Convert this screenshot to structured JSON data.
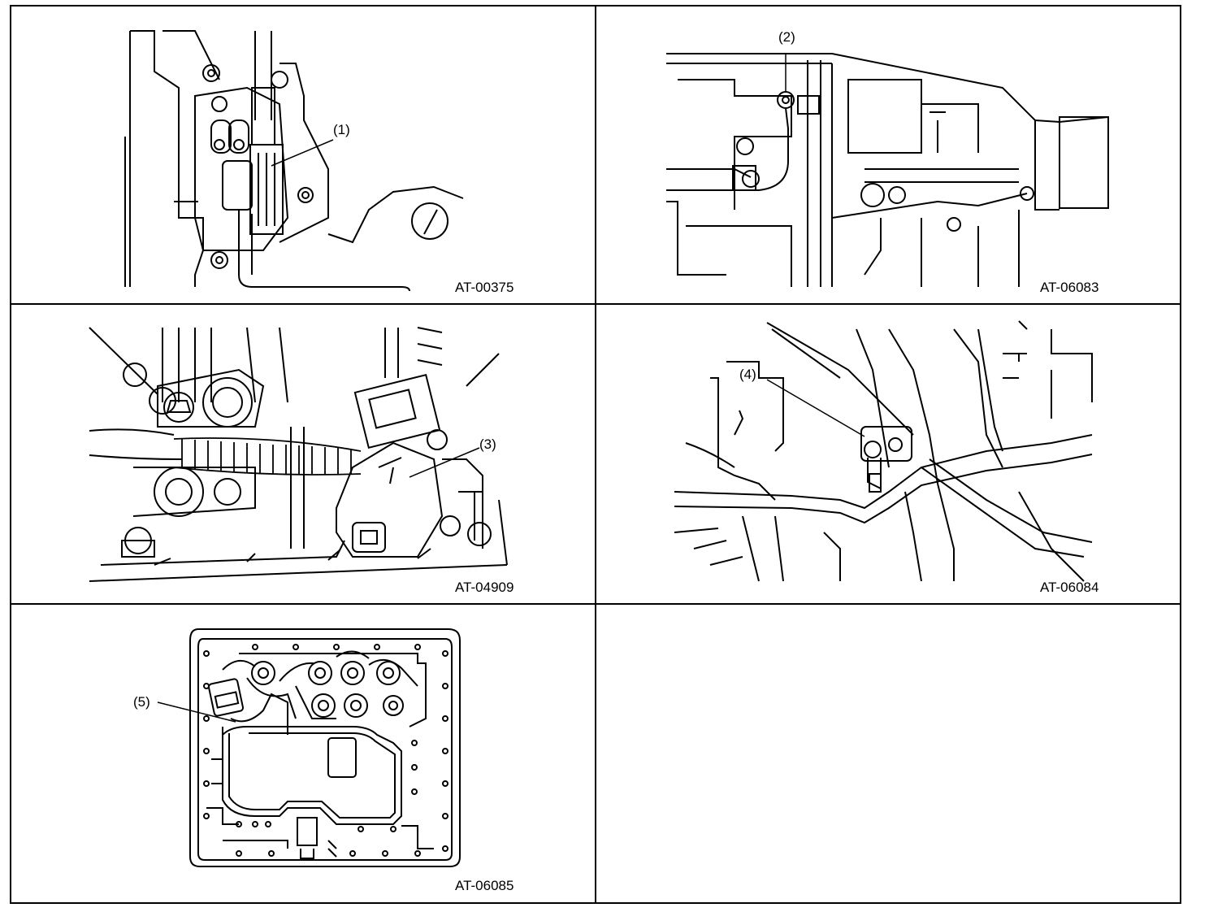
{
  "figures": [
    {
      "id": "fig-1",
      "code": "AT-00375",
      "callout": "(1)"
    },
    {
      "id": "fig-2",
      "code": "AT-06083",
      "callout": "(2)"
    },
    {
      "id": "fig-3",
      "code": "AT-04909",
      "callout": "(3)"
    },
    {
      "id": "fig-4",
      "code": "AT-06084",
      "callout": "(4)"
    },
    {
      "id": "fig-5",
      "code": "AT-06085",
      "callout": "(5)"
    }
  ]
}
